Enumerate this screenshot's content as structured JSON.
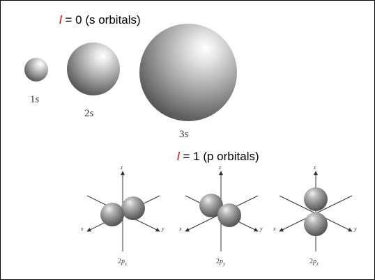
{
  "heading_s": {
    "symbol": "l",
    "rest": " = 0 (s orbitals)"
  },
  "heading_p": {
    "symbol": "l",
    "rest": " = 1 (p orbitals)"
  },
  "s_orbitals": [
    {
      "num": "1",
      "letter": "s"
    },
    {
      "num": "2",
      "letter": "s"
    },
    {
      "num": "3",
      "letter": "s"
    }
  ],
  "p_orbitals": [
    {
      "num": "2",
      "letter": "p",
      "sub": "x"
    },
    {
      "num": "2",
      "letter": "p",
      "sub": "y"
    },
    {
      "num": "2",
      "letter": "p",
      "sub": "z"
    }
  ],
  "axes": {
    "x": "x",
    "y": "y",
    "z": "z"
  },
  "colors": {
    "symbol": "#e00000",
    "text": "#000000"
  }
}
